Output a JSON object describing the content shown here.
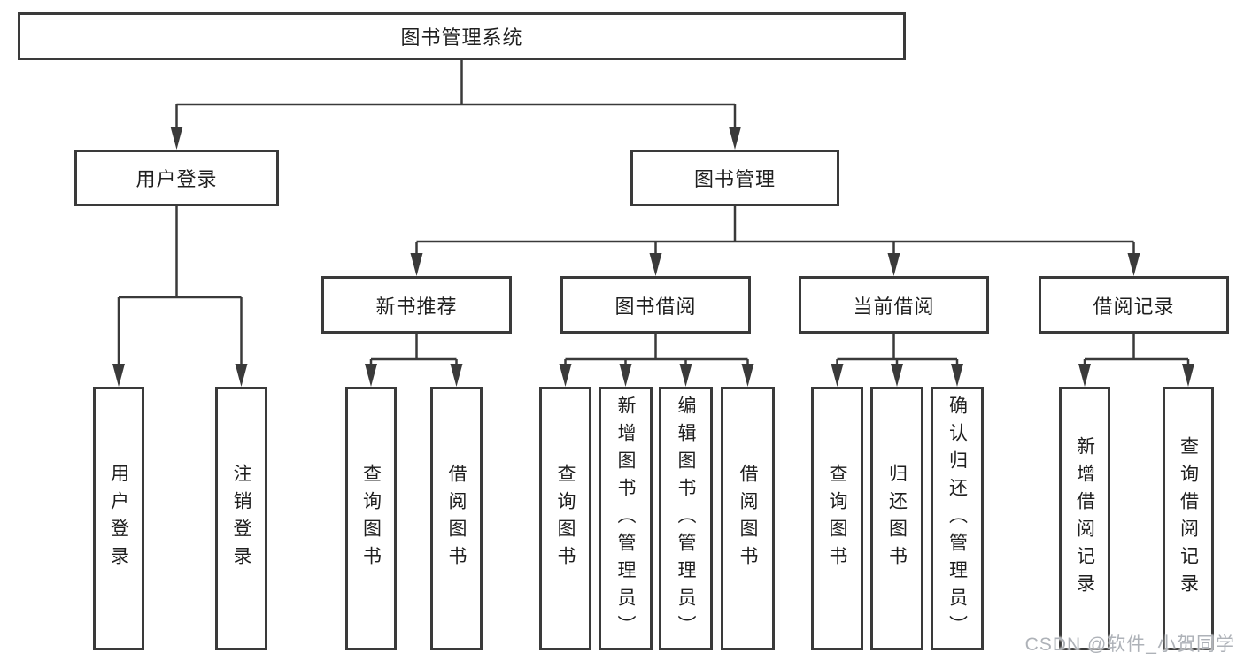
{
  "diagram": {
    "type": "tree",
    "line_color": "#3a3a3a",
    "box_background": "#ffffff",
    "nodes": {
      "root": "图书管理系统",
      "l2": [
        "用户登录",
        "图书管理"
      ],
      "l3": [
        "新书推荐",
        "图书借阅",
        "当前借阅",
        "借阅记录"
      ],
      "leaves": [
        "用户登录",
        "注销登录",
        "查询图书",
        "借阅图书",
        "查询图书",
        "新增图书（管理员）",
        "编辑图书（管理员）",
        "借阅图书",
        "查询图书",
        "归还图书",
        "确认归还（管理员）",
        "新增借阅记录",
        "查询借阅记录"
      ]
    },
    "edges": [
      {
        "from": "图书管理系统",
        "to": [
          "用户登录",
          "图书管理"
        ]
      },
      {
        "from": "用户登录",
        "to": [
          "用户登录",
          "注销登录"
        ]
      },
      {
        "from": "图书管理",
        "to": [
          "新书推荐",
          "图书借阅",
          "当前借阅",
          "借阅记录"
        ]
      },
      {
        "from": "新书推荐",
        "to": [
          "查询图书",
          "借阅图书"
        ]
      },
      {
        "from": "图书借阅",
        "to": [
          "查询图书",
          "新增图书（管理员）",
          "编辑图书（管理员）",
          "借阅图书"
        ]
      },
      {
        "from": "当前借阅",
        "to": [
          "查询图书",
          "归还图书",
          "确认归还（管理员）"
        ]
      },
      {
        "from": "借阅记录",
        "to": [
          "新增借阅记录",
          "查询借阅记录"
        ]
      }
    ]
  },
  "watermark": "CSDN @软件_小贺同学"
}
